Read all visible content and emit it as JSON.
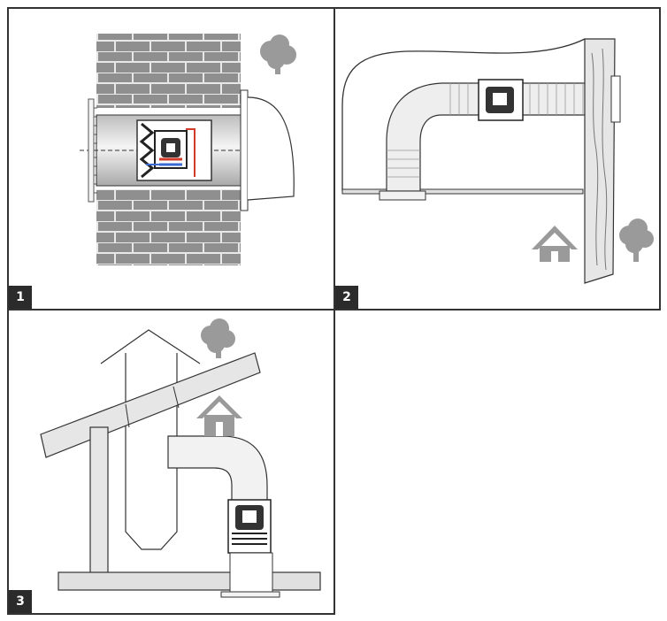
{
  "panels": [
    {
      "number": "1"
    },
    {
      "number": "2"
    },
    {
      "number": "3"
    }
  ],
  "colors": {
    "brick": "#8f8f8f",
    "brick_mortar": "#e8e8e8",
    "icon_gray": "#9a9a9a",
    "line": "#333333",
    "duct_light": "#eeeeee",
    "airflow_red": "#d23a2a",
    "airflow_blue": "#3a6ad2"
  },
  "icons": [
    "tree-icon",
    "house-icon"
  ]
}
